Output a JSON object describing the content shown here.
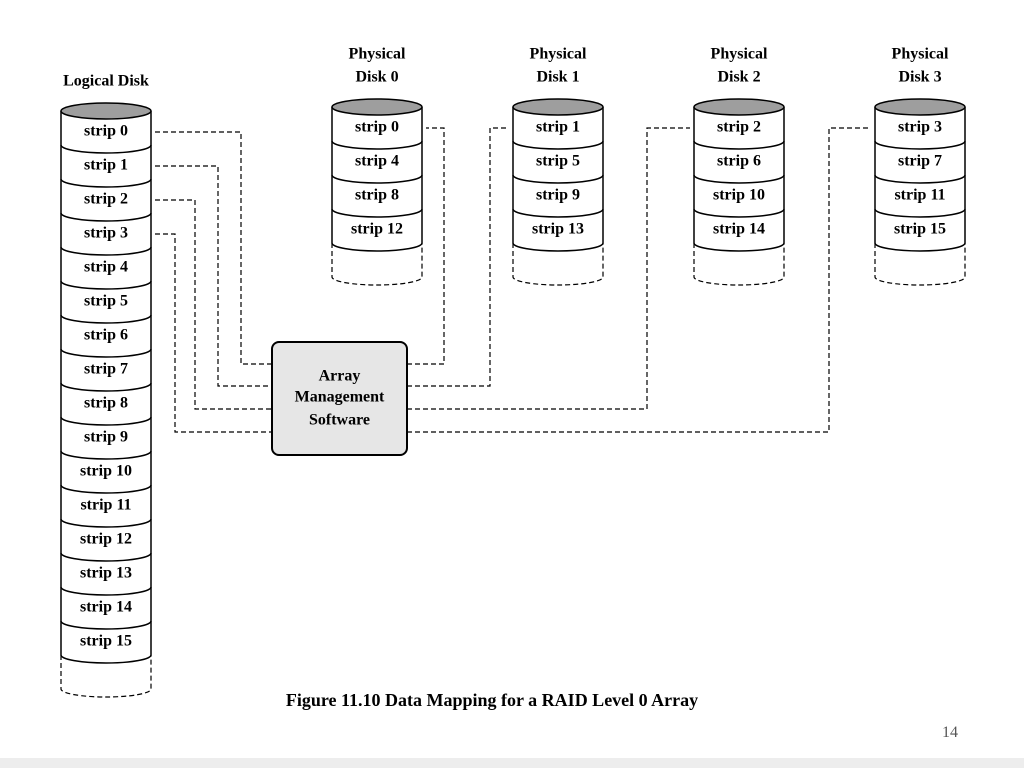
{
  "logical_disk": {
    "title": "Logical Disk",
    "strips": [
      "strip 0",
      "strip 1",
      "strip 2",
      "strip 3",
      "strip 4",
      "strip 5",
      "strip 6",
      "strip 7",
      "strip 8",
      "strip 9",
      "strip 10",
      "strip 11",
      "strip 12",
      "strip 13",
      "strip 14",
      "strip 15"
    ]
  },
  "physical_disks": [
    {
      "title_line1": "Physical",
      "title_line2": "Disk 0",
      "strips": [
        "strip 0",
        "strip 4",
        "strip 8",
        "strip 12"
      ]
    },
    {
      "title_line1": "Physical",
      "title_line2": "Disk 1",
      "strips": [
        "strip 1",
        "strip 5",
        "strip 9",
        "strip 13"
      ]
    },
    {
      "title_line1": "Physical",
      "title_line2": "Disk 2",
      "strips": [
        "strip 2",
        "strip 6",
        "strip 10",
        "strip 14"
      ]
    },
    {
      "title_line1": "Physical",
      "title_line2": "Disk 3",
      "strips": [
        "strip 3",
        "strip 7",
        "strip 11",
        "strip 15"
      ]
    }
  ],
  "software_box": {
    "lines": [
      "Array",
      "Management",
      "Software"
    ]
  },
  "caption": "Figure 11.10 Data Mapping for a RAID Level 0 Array",
  "page_number": "14",
  "colors": {
    "disk_top": "#9e9e9e",
    "box_fill": "#e6e6e6",
    "stroke": "#000000"
  }
}
